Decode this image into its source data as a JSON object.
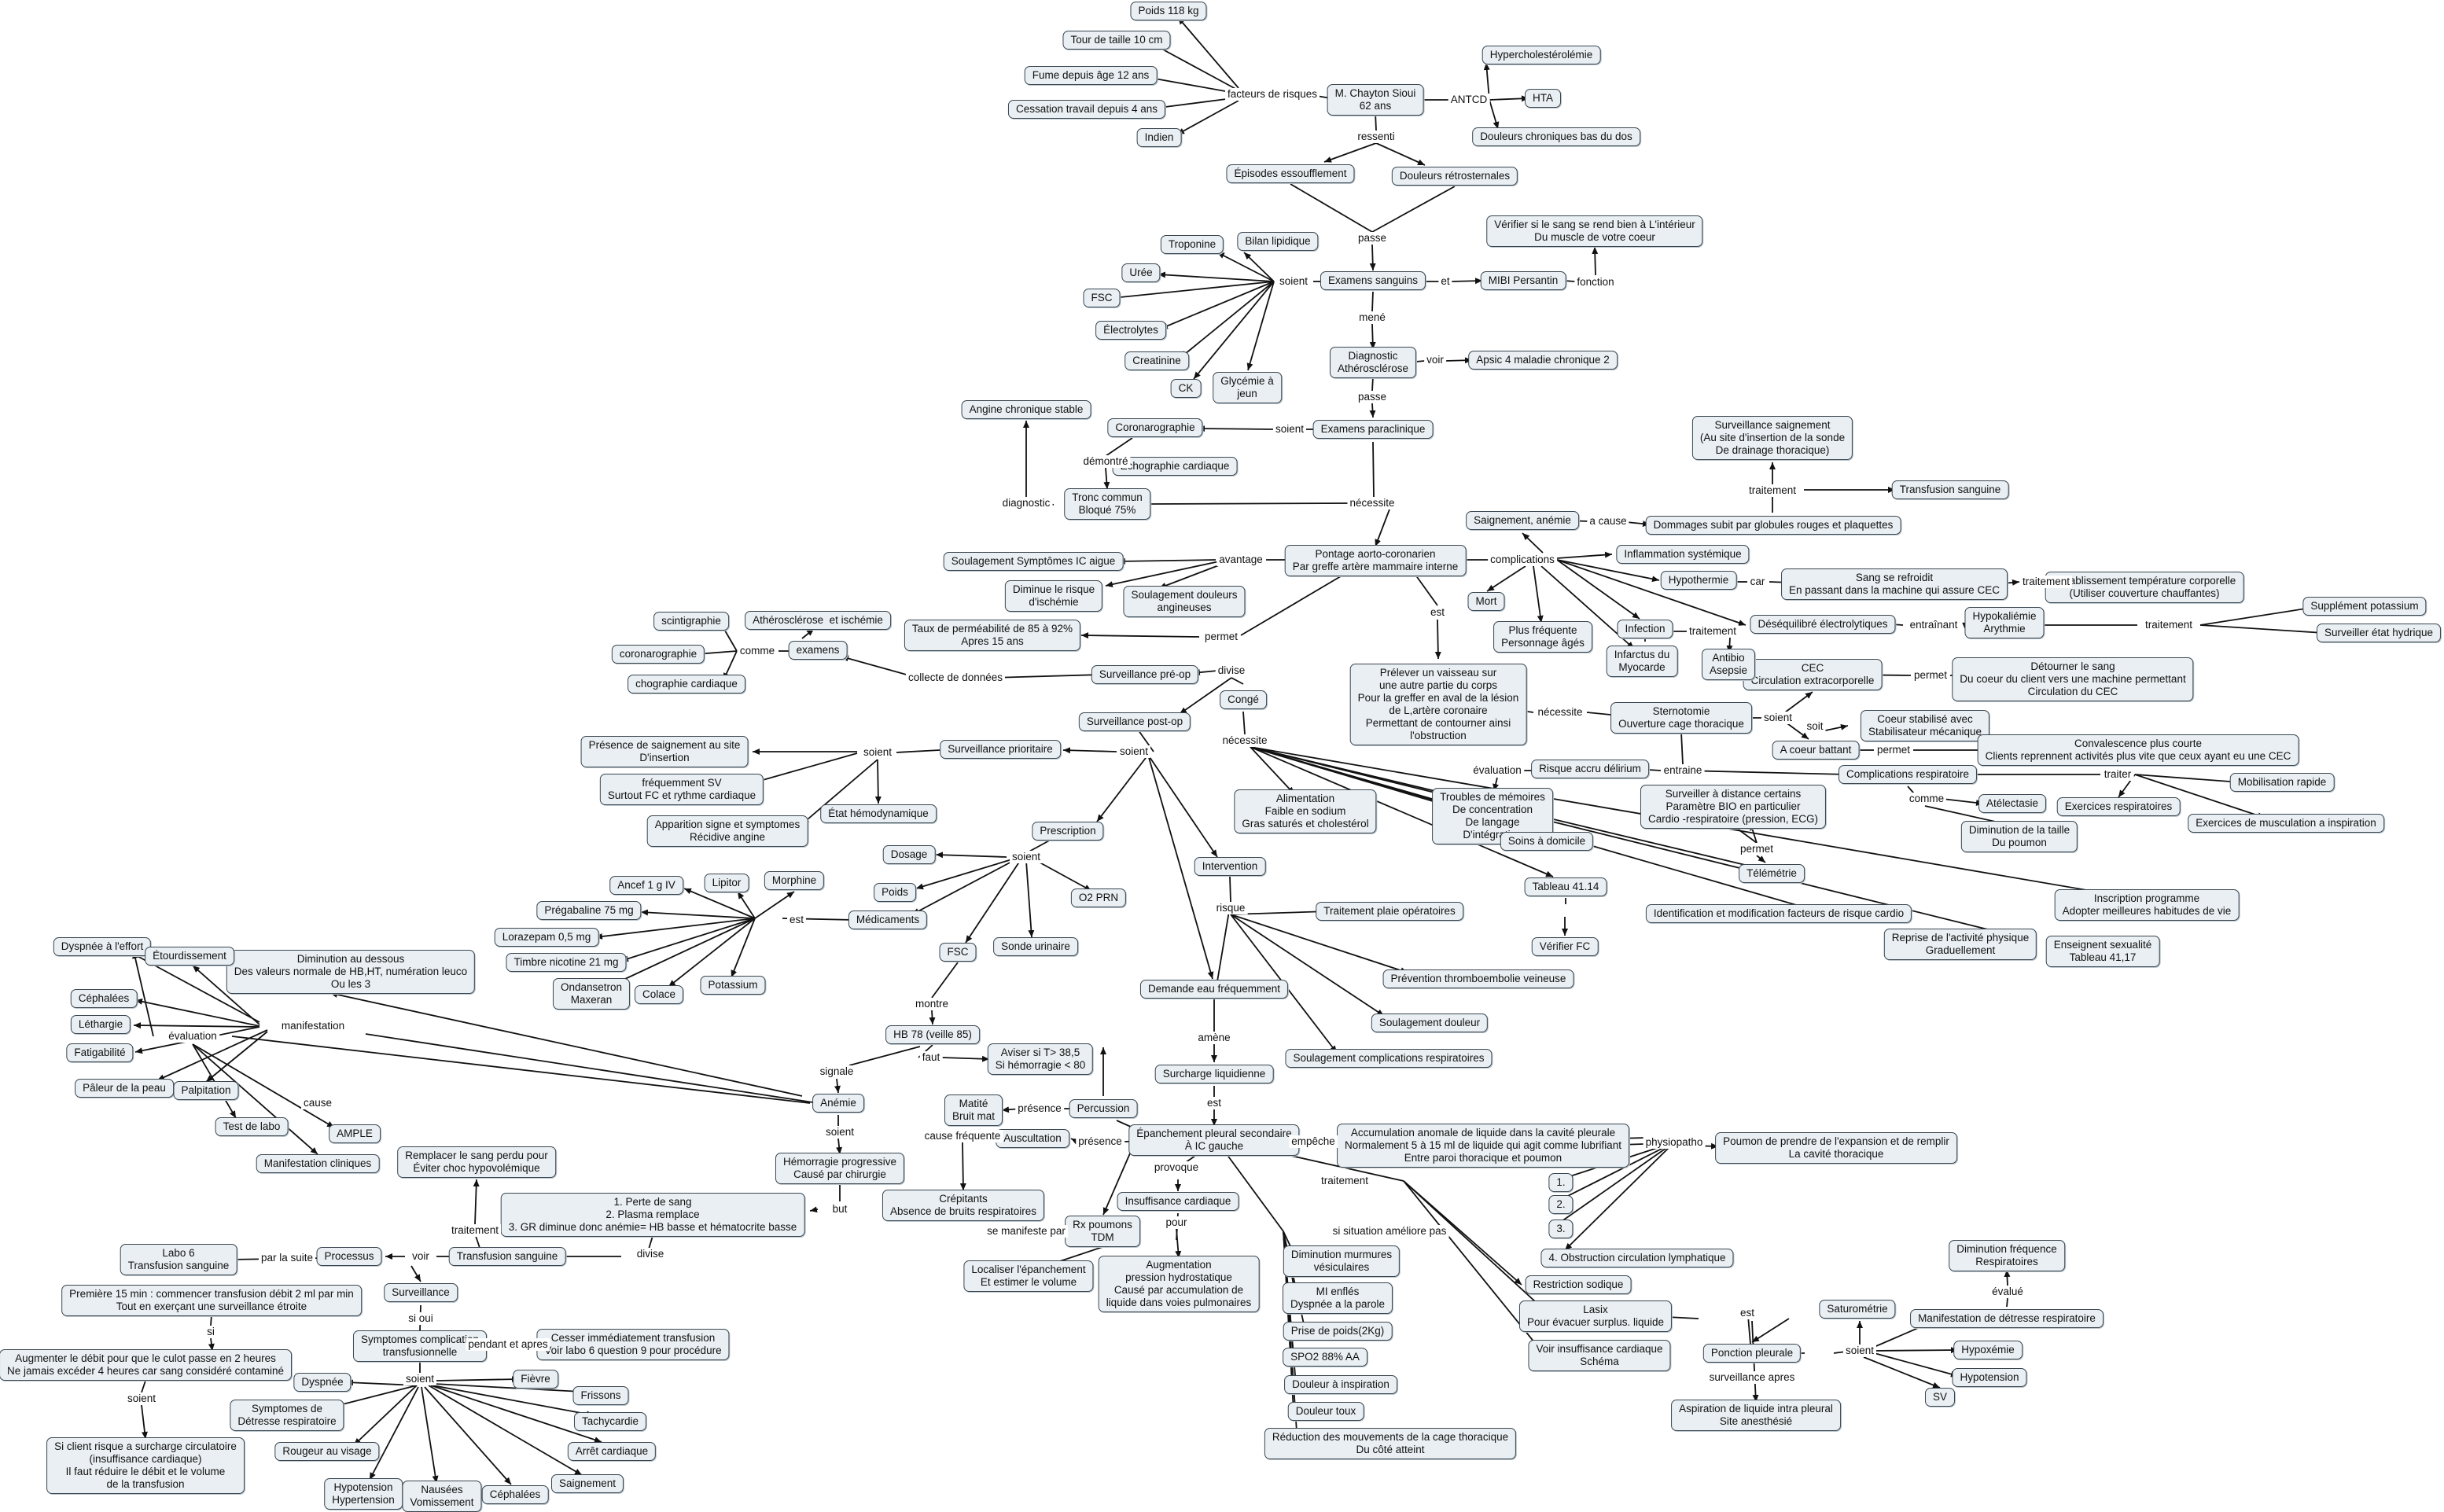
{
  "nodes": [
    {
      "id": "patient",
      "text": "M. Chayton Sioui\n62 ans"
    },
    {
      "id": "poids",
      "text": "Poids 118 kg"
    },
    {
      "id": "taille",
      "text": "Tour de taille 10 cm"
    },
    {
      "id": "fume",
      "text": "Fume depuis âge 12 ans"
    },
    {
      "id": "cessation",
      "text": "Cessation travail depuis 4 ans"
    },
    {
      "id": "indien",
      "text": "Indien"
    },
    {
      "id": "hyperchol",
      "text": "Hypercholestérolémie"
    },
    {
      "id": "hta",
      "text": "HTA"
    },
    {
      "id": "douleurs_dos",
      "text": "Douleurs chroniques bas du dos"
    },
    {
      "id": "essouff",
      "text": "Épisodes essoufflement"
    },
    {
      "id": "retro",
      "text": "Douleurs rétrosternales"
    },
    {
      "id": "exsang",
      "text": "Examens sanguins"
    },
    {
      "id": "troponine",
      "text": "Troponine"
    },
    {
      "id": "bilan",
      "text": "Bilan lipidique"
    },
    {
      "id": "uree",
      "text": "Urée"
    },
    {
      "id": "fsc1",
      "text": "FSC"
    },
    {
      "id": "electro",
      "text": "Électrolytes"
    },
    {
      "id": "creat",
      "text": "Creatinine"
    },
    {
      "id": "ck",
      "text": "CK"
    },
    {
      "id": "glyc",
      "text": "Glycémie à\njeun"
    },
    {
      "id": "mibi",
      "text": "MIBI Persantin"
    },
    {
      "id": "verif",
      "text": "Vérifier si le sang se rend bien à L'intérieur\nDu muscle de votre coeur"
    },
    {
      "id": "diag",
      "text": "Diagnostic\nAthérosclérose"
    },
    {
      "id": "apsic",
      "text": "Apsic 4 maladie chronique 2"
    },
    {
      "id": "exparac",
      "text": "Examens paraclinique"
    },
    {
      "id": "coro",
      "text": "Coronarographie"
    },
    {
      "id": "echo",
      "text": "Échographie cardiaque"
    },
    {
      "id": "angine",
      "text": "Angine chronique stable"
    },
    {
      "id": "tronc",
      "text": "Tronc commun\nBloqué 75%"
    },
    {
      "id": "pontage",
      "text": "Pontage aorto-coronarien\nPar greffe artère mammaire interne"
    },
    {
      "id": "soulag_sympt",
      "text": "Soulagement Symptômes IC aigue"
    },
    {
      "id": "diminue",
      "text": "Diminue le risque\nd'ischémie"
    },
    {
      "id": "soulag_ang",
      "text": "Soulagement douleurs\nangineuses"
    },
    {
      "id": "taux",
      "text": "Taux de perméabilité de 85 à 92%\nApres 15 ans"
    },
    {
      "id": "prelever",
      "text": "Prélever un vaisseau sur\nune autre partie du corps\nPour la greffer en aval de la lésion\nde L,artère coronaire\nPermettant de contourner ainsi\nl'obstruction"
    },
    {
      "id": "sterno",
      "text": "Sternotomie\nOuverture cage thoracique"
    },
    {
      "id": "cec",
      "text": "CEC\nCirculation extracorporelle"
    },
    {
      "id": "detourner",
      "text": "Détourner le sang\nDu coeur du client vers une machine permettant\nCirculation du CEC"
    },
    {
      "id": "coeur_batt",
      "text": "A coeur battant"
    },
    {
      "id": "coeur_stab",
      "text": "Coeur stabilisé avec\nStabilisateur mécanique"
    },
    {
      "id": "convalesc",
      "text": "Convalescence plus courte\nClients reprennent activités plus vite que ceux ayant eu une CEC"
    },
    {
      "id": "saign_anem",
      "text": "Saignement, anémie"
    },
    {
      "id": "dommages",
      "text": "Dommages subit par globules rouges et plaquettes"
    },
    {
      "id": "surv_saign",
      "text": "Surveillance saignement\n(Au site d'insertion de la sonde\nDe drainage thoracique)"
    },
    {
      "id": "transf_sang",
      "text": "Transfusion sanguine"
    },
    {
      "id": "inflam",
      "text": "Inflammation systémique"
    },
    {
      "id": "hypotherm",
      "text": "Hypothermie"
    },
    {
      "id": "refroidit",
      "text": "Sang se refroidit\nEn passant dans la machine qui assure CEC"
    },
    {
      "id": "retab",
      "text": "Rétablissement température corporelle\n(Utiliser couverture chauffantes)"
    },
    {
      "id": "mort",
      "text": "Mort"
    },
    {
      "id": "plus_freq",
      "text": "Plus fréquente\nPersonnage âgés"
    },
    {
      "id": "infarctus",
      "text": "Infarctus du\nMyocarde"
    },
    {
      "id": "infection",
      "text": "Infection"
    },
    {
      "id": "antibio",
      "text": "Antibio\nAsepsie"
    },
    {
      "id": "desequ",
      "text": "Déséquilibré électrolytiques"
    },
    {
      "id": "hypok",
      "text": "Hypokaliémie\nArythmie"
    },
    {
      "id": "suppl_k",
      "text": "Supplément potassium"
    },
    {
      "id": "surv_hydr",
      "text": "Surveiller état hydrique"
    },
    {
      "id": "risque_delir",
      "text": "Risque accru délirium"
    },
    {
      "id": "troubles",
      "text": "Troubles de mémoires\nDe concentration\nDe langage\nD'intégration"
    },
    {
      "id": "soins_dom",
      "text": "Soins à domicile"
    },
    {
      "id": "surv_dist",
      "text": "Surveiller à distance certains\nParamètre BIO en particulier\nCardio -respiratoire (pression, ECG)"
    },
    {
      "id": "telemetrie",
      "text": "Télémétrie"
    },
    {
      "id": "compl_resp",
      "text": "Complications respiratoire"
    },
    {
      "id": "atelect",
      "text": "Atélectasie"
    },
    {
      "id": "dimin_taille",
      "text": "Diminution de la taille\nDu poumon"
    },
    {
      "id": "ex_resp",
      "text": "Exercices respiratoires"
    },
    {
      "id": "mobil",
      "text": "Mobilisation rapide"
    },
    {
      "id": "ex_musc",
      "text": "Exercices de musculation a inspiration"
    },
    {
      "id": "inscription",
      "text": "Inscription programme\nAdopter meilleures habitudes de vie"
    },
    {
      "id": "reprise",
      "text": "Reprise de l'activité physique\nGraduellement"
    },
    {
      "id": "enseignent",
      "text": "Enseignent sexualité\nTableau 41,17"
    },
    {
      "id": "identif",
      "text": "Identification et modification facteurs de risque cardio"
    },
    {
      "id": "tableau",
      "text": "Tableau 41.14"
    },
    {
      "id": "verif_fc",
      "text": "Vérifier FC"
    },
    {
      "id": "conge",
      "text": "Congé"
    },
    {
      "id": "aliment",
      "text": "Alimentation\nFaible en sodium\nGras saturés et cholestérol"
    },
    {
      "id": "surv_preop",
      "text": "Surveillance pré-op"
    },
    {
      "id": "surv_postop",
      "text": "Surveillance post-op"
    },
    {
      "id": "exams",
      "text": "examens"
    },
    {
      "id": "scinti",
      "text": "scintigraphie"
    },
    {
      "id": "athero_isch",
      "text": "Athérosclérose  et ischémie"
    },
    {
      "id": "coronaro2",
      "text": "coronarographie"
    },
    {
      "id": "chogra",
      "text": "chographie cardiaque"
    },
    {
      "id": "surv_prio",
      "text": "Surveillance prioritaire"
    },
    {
      "id": "presence_saign",
      "text": "Présence de saignement au site\nD'insertion"
    },
    {
      "id": "freq_sv",
      "text": "fréquemment SV\nSurtout FC et rythme cardiaque"
    },
    {
      "id": "etat_hemo",
      "text": "État hémodynamique"
    },
    {
      "id": "apparition",
      "text": "Apparition signe et symptomes\nRécidive angine"
    },
    {
      "id": "prescription",
      "text": "Prescription"
    },
    {
      "id": "dosage",
      "text": "Dosage"
    },
    {
      "id": "poids2",
      "text": "Poids"
    },
    {
      "id": "o2",
      "text": "O2 PRN"
    },
    {
      "id": "medic",
      "text": "Médicaments"
    },
    {
      "id": "sonde",
      "text": "Sonde urinaire"
    },
    {
      "id": "fsc2",
      "text": "FSC"
    },
    {
      "id": "ancef",
      "text": "Ancef 1 g IV"
    },
    {
      "id": "lipitor",
      "text": "Lipitor"
    },
    {
      "id": "morphine",
      "text": "Morphine"
    },
    {
      "id": "pregab",
      "text": "Prégabaline 75 mg"
    },
    {
      "id": "loraz",
      "text": "Lorazepam 0,5 mg"
    },
    {
      "id": "nicotine",
      "text": "Timbre nicotine 21 mg"
    },
    {
      "id": "ondans",
      "text": "Ondansetron\nMaxeran"
    },
    {
      "id": "colace",
      "text": "Colace"
    },
    {
      "id": "potassium",
      "text": "Potassium"
    },
    {
      "id": "hb78",
      "text": "HB 78 (veille 85)"
    },
    {
      "id": "aviser",
      "text": "Aviser si T> 38,5\nSi hémorragie < 80"
    },
    {
      "id": "anemie",
      "text": "Anémie"
    },
    {
      "id": "dimin_dessous",
      "text": "Diminution au dessous\nDes valeurs normale de HB,HT, numération leuco\nOu les 3"
    },
    {
      "id": "dyspnee_eff",
      "text": "Dyspnée à l'effort"
    },
    {
      "id": "etourd",
      "text": "Étourdissement"
    },
    {
      "id": "cephal1",
      "text": "Céphalées"
    },
    {
      "id": "letharg",
      "text": "Léthargie"
    },
    {
      "id": "fatig",
      "text": "Fatigabilité"
    },
    {
      "id": "paleur",
      "text": "Pâleur de la peau"
    },
    {
      "id": "palpit",
      "text": "Palpitation"
    },
    {
      "id": "test_labo",
      "text": "Test de labo"
    },
    {
      "id": "ample",
      "text": "AMPLE"
    },
    {
      "id": "manif_clin",
      "text": "Manifestation cliniques"
    },
    {
      "id": "hemorragie",
      "text": "Hémorragie progressive\nCausé par chirurgie"
    },
    {
      "id": "perte",
      "text": "1. Perte de sang\n2. Plasma remplace\n3. GR diminue donc anémie= HB basse et hématocrite basse"
    },
    {
      "id": "remplacer",
      "text": "Remplacer le sang perdu pour\nÉviter choc hypovolémique"
    },
    {
      "id": "transf2",
      "text": "Transfusion sanguine"
    },
    {
      "id": "processus",
      "text": "Processus"
    },
    {
      "id": "labo6",
      "text": "Labo 6\nTransfusion sanguine"
    },
    {
      "id": "premiere",
      "text": "Première 15 min : commencer transfusion débit 2 ml par min\nTout en exerçant une surveillance étroite"
    },
    {
      "id": "augmenter",
      "text": "Augmenter le débit pour que le culot passe en 2 heures\nNe jamais excéder 4 heures car sang considéré contaminé"
    },
    {
      "id": "si_risque",
      "text": "Si client risque a surcharge circulatoire\n(insuffisance cardiaque)\nIl faut réduire le débit et le volume\nde la transfusion"
    },
    {
      "id": "surveillance",
      "text": "Surveillance"
    },
    {
      "id": "sympt_compl",
      "text": "Symptomes complication\ntransfusionnelle"
    },
    {
      "id": "cesser",
      "text": "Cesser immédiatement transfusion\nVoir labo 6 question 9 pour procédure"
    },
    {
      "id": "dyspnee2",
      "text": "Dyspnée"
    },
    {
      "id": "sympt_detr",
      "text": "Symptomes de\nDétresse respiratoire"
    },
    {
      "id": "rougeur",
      "text": "Rougeur au visage"
    },
    {
      "id": "hypo_hyper",
      "text": "Hypotension\nHypertension"
    },
    {
      "id": "nausees",
      "text": "Nausées\nVomissement"
    },
    {
      "id": "cephal2",
      "text": "Céphalées"
    },
    {
      "id": "saignement",
      "text": "Saignement"
    },
    {
      "id": "arret",
      "text": "Arrêt cardiaque"
    },
    {
      "id": "tachy",
      "text": "Tachycardie"
    },
    {
      "id": "frissons",
      "text": "Frissons"
    },
    {
      "id": "fievre",
      "text": "Fièvre"
    },
    {
      "id": "intervention",
      "text": "Intervention"
    },
    {
      "id": "trait_plaie",
      "text": "Traitement plaie opératoires"
    },
    {
      "id": "prevention",
      "text": "Prévention thromboembolie veineuse"
    },
    {
      "id": "soulag_doul",
      "text": "Soulagement douleur"
    },
    {
      "id": "soulag_compl",
      "text": "Soulagement complications respiratoires"
    },
    {
      "id": "demande_eau",
      "text": "Demande eau fréquemment"
    },
    {
      "id": "surcharge",
      "text": "Surcharge liquidienne"
    },
    {
      "id": "epanch",
      "text": "Épanchement pleural secondaire\nÀ IC gauche"
    },
    {
      "id": "accum",
      "text": "Accumulation anomale de liquide dans la cavité pleurale\nNormalement 5 à 15 ml de liquide qui agit comme lubrifiant\nEntre paroi thoracique et poumon"
    },
    {
      "id": "poumon_exp",
      "text": "Poumon de prendre de l'expansion et de remplir\nLa cavité thoracique"
    },
    {
      "id": "n1",
      "text": "1."
    },
    {
      "id": "n2",
      "text": "2."
    },
    {
      "id": "n3",
      "text": "3."
    },
    {
      "id": "obstruction",
      "text": "4. Obstruction circulation lymphatique"
    },
    {
      "id": "restriction",
      "text": "Restriction sodique"
    },
    {
      "id": "lasix",
      "text": "Lasix\nPour évacuer surplus. liquide"
    },
    {
      "id": "voir_ic",
      "text": "Voir insuffisance cardiaque\nSchéma"
    },
    {
      "id": "ponction",
      "text": "Ponction pleurale"
    },
    {
      "id": "aspiration",
      "text": "Aspiration de liquide intra pleural\nSite anesthésié"
    },
    {
      "id": "saturo",
      "text": "Saturométrie"
    },
    {
      "id": "manif_detr",
      "text": "Manifestation de détresse respiratoire"
    },
    {
      "id": "dimin_freq",
      "text": "Diminution fréquence\nRespiratoires"
    },
    {
      "id": "hypox",
      "text": "Hypoxémie"
    },
    {
      "id": "hypot",
      "text": "Hypotension"
    },
    {
      "id": "sv",
      "text": "SV"
    },
    {
      "id": "percussion",
      "text": "Percussion"
    },
    {
      "id": "matite",
      "text": "Matité\nBruit mat"
    },
    {
      "id": "ausculta",
      "text": "Auscultation"
    },
    {
      "id": "crepitants",
      "text": "Crépitants\nAbsence de bruits respiratoires"
    },
    {
      "id": "insuff_card",
      "text": "Insuffisance cardiaque"
    },
    {
      "id": "augmentation",
      "text": "Augmentation\npression hydrostatique\nCausé par accumulation de\nliquide dans voies pulmonaires"
    },
    {
      "id": "rx",
      "text": "Rx poumons\nTDM"
    },
    {
      "id": "localiser",
      "text": "Localiser l'épanchement\nEt estimer le volume"
    },
    {
      "id": "dimin_murm",
      "text": "Diminution murmures\nvésiculaires"
    },
    {
      "id": "mi_enfles",
      "text": "MI enflés\nDyspnée a la parole"
    },
    {
      "id": "prise_poids",
      "text": "Prise de poids(2Kg)"
    },
    {
      "id": "spo2",
      "text": "SPO2 88% AA"
    },
    {
      "id": "doul_insp",
      "text": "Douleur à inspiration"
    },
    {
      "id": "doul_toux",
      "text": "Douleur toux"
    },
    {
      "id": "reduction",
      "text": "Réduction des mouvements de la cage thoracique\nDu côté atteint"
    }
  ],
  "labels": [
    {
      "id": "facteurs",
      "text": "facteurs de risques"
    },
    {
      "id": "antcd",
      "text": "ANTCD"
    },
    {
      "id": "ressenti",
      "text": "ressenti"
    },
    {
      "id": "passe1",
      "text": "passe"
    },
    {
      "id": "soient1",
      "text": "soient"
    },
    {
      "id": "et",
      "text": "et"
    },
    {
      "id": "fonction",
      "text": "fonction"
    },
    {
      "id": "mene",
      "text": "mené"
    },
    {
      "id": "voir1",
      "text": "voir"
    },
    {
      "id": "passe2",
      "text": "passe"
    },
    {
      "id": "soient2",
      "text": "soient"
    },
    {
      "id": "demontre",
      "text": "démontré"
    },
    {
      "id": "diagnostic",
      "text": "diagnostic"
    },
    {
      "id": "necessite1",
      "text": "nécessite"
    },
    {
      "id": "avantage",
      "text": "avantage"
    },
    {
      "id": "permet1",
      "text": "permet"
    },
    {
      "id": "est1",
      "text": "est"
    },
    {
      "id": "complications",
      "text": "complications"
    },
    {
      "id": "acause",
      "text": "a cause"
    },
    {
      "id": "traitement1",
      "text": "traitement"
    },
    {
      "id": "car",
      "text": "car"
    },
    {
      "id": "traitement2",
      "text": "traitement"
    },
    {
      "id": "traitement3",
      "text": "traitement"
    },
    {
      "id": "entrainant",
      "text": "entraînant"
    },
    {
      "id": "traitement4",
      "text": "traitement"
    },
    {
      "id": "necessite2",
      "text": "nécessite"
    },
    {
      "id": "soient3",
      "text": "soient"
    },
    {
      "id": "permet2",
      "text": "permet"
    },
    {
      "id": "soit",
      "text": "soit"
    },
    {
      "id": "permet3",
      "text": "permet"
    },
    {
      "id": "entraine",
      "text": "entraine"
    },
    {
      "id": "evaluation1",
      "text": "évaluation"
    },
    {
      "id": "permet4",
      "text": "permet"
    },
    {
      "id": "comme1",
      "text": "comme"
    },
    {
      "id": "traiter",
      "text": "traiter"
    },
    {
      "id": "divise1",
      "text": "divise"
    },
    {
      "id": "necessite3",
      "text": "nécessite"
    },
    {
      "id": "comme2",
      "text": "comme"
    },
    {
      "id": "collecte",
      "text": "collecte de données"
    },
    {
      "id": "soient4",
      "text": "soient"
    },
    {
      "id": "soient5",
      "text": "soient"
    },
    {
      "id": "soient6",
      "text": "soient"
    },
    {
      "id": "montre",
      "text": "montre"
    },
    {
      "id": "faut",
      "text": "faut"
    },
    {
      "id": "signale",
      "text": "signale"
    },
    {
      "id": "est2",
      "text": "est"
    },
    {
      "id": "manifestation",
      "text": "manifestation"
    },
    {
      "id": "evaluation2",
      "text": "évaluation"
    },
    {
      "id": "cause",
      "text": "cause"
    },
    {
      "id": "soient7",
      "text": "soient"
    },
    {
      "id": "but",
      "text": "but"
    },
    {
      "id": "traitement5",
      "text": "traitement"
    },
    {
      "id": "divise2",
      "text": "divise"
    },
    {
      "id": "voir2",
      "text": "voir"
    },
    {
      "id": "parlasuite",
      "text": "par la suite"
    },
    {
      "id": "si",
      "text": "si"
    },
    {
      "id": "soient8",
      "text": "soient"
    },
    {
      "id": "sioui",
      "text": "si oui"
    },
    {
      "id": "pendant",
      "text": "pendant et apres"
    },
    {
      "id": "soient9",
      "text": "soient"
    },
    {
      "id": "risque",
      "text": "risque"
    },
    {
      "id": "amene",
      "text": "amène"
    },
    {
      "id": "est3",
      "text": "est"
    },
    {
      "id": "empeche",
      "text": "empêche"
    },
    {
      "id": "physiopatho",
      "text": "physiopatho"
    },
    {
      "id": "traitement6",
      "text": "traitement"
    },
    {
      "id": "situation",
      "text": "si situation améliore pas"
    },
    {
      "id": "est4",
      "text": "est"
    },
    {
      "id": "surv_apres",
      "text": "surveillance apres"
    },
    {
      "id": "soient10",
      "text": "soient"
    },
    {
      "id": "evalue",
      "text": "évalué"
    },
    {
      "id": "presence1",
      "text": "présence"
    },
    {
      "id": "presence2",
      "text": "présence"
    },
    {
      "id": "cause_freq",
      "text": "cause fréquente"
    },
    {
      "id": "provoque",
      "text": "provoque"
    },
    {
      "id": "pour",
      "text": "pour"
    },
    {
      "id": "semanifeste",
      "text": "se manifeste par"
    }
  ]
}
